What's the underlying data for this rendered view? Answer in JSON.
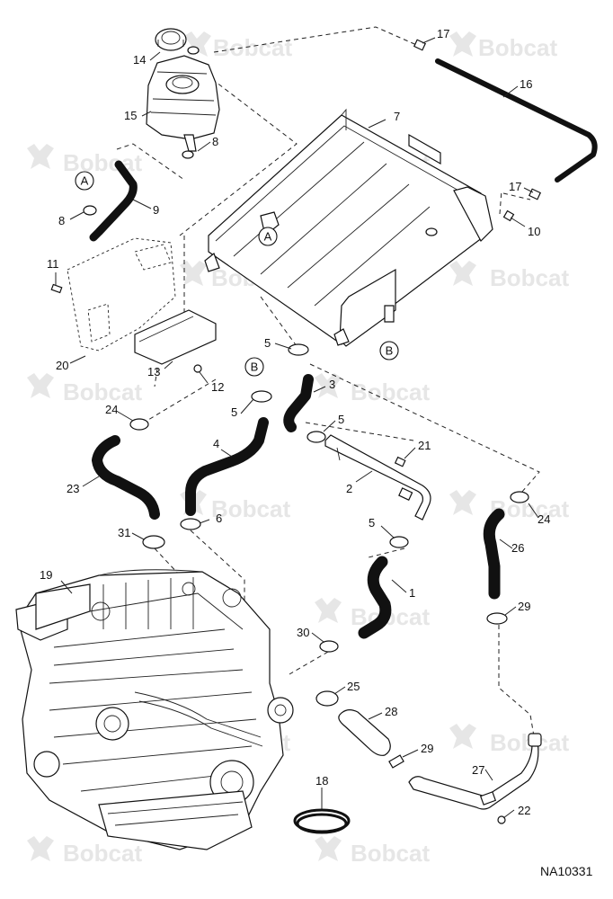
{
  "watermark": {
    "text": "Bobcat",
    "color": "#e6e6e6"
  },
  "diagram_code": "NA10331",
  "reference_markers": [
    "A",
    "A",
    "B",
    "B"
  ],
  "callouts": [
    "1",
    "2",
    "3",
    "4",
    "5",
    "5",
    "5",
    "5",
    "6",
    "7",
    "8",
    "8",
    "9",
    "10",
    "11",
    "12",
    "13",
    "14",
    "15",
    "16",
    "17",
    "17",
    "18",
    "19",
    "20",
    "21",
    "22",
    "23",
    "24",
    "24",
    "25",
    "26",
    "27",
    "28",
    "29",
    "29",
    "30",
    "31"
  ]
}
